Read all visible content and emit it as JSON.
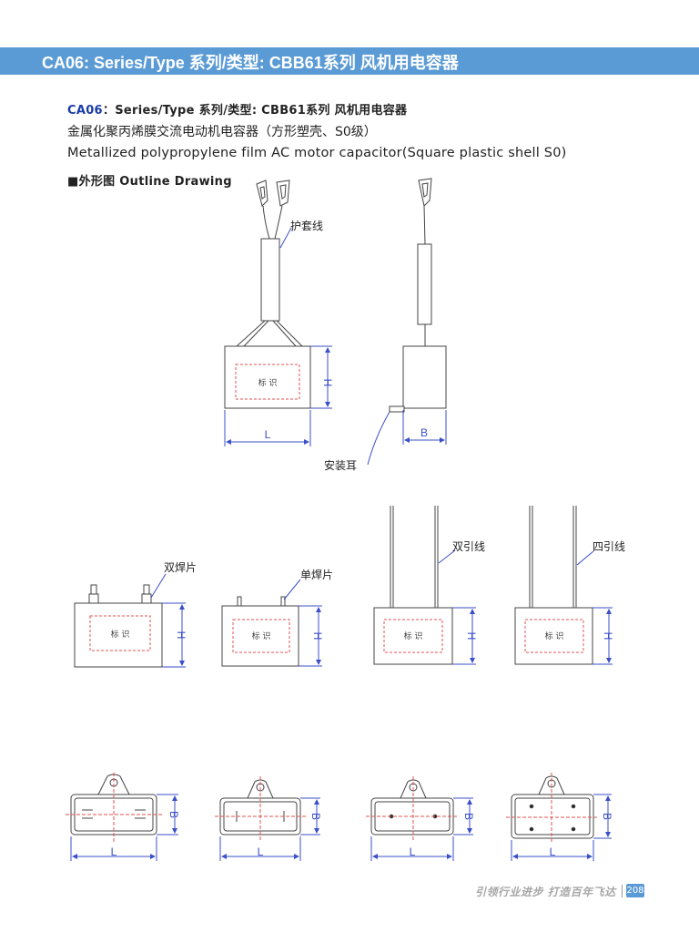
{
  "banner": {
    "title": "CA06: Series/Type 系列/类型: CBB61系列  风机用电容器"
  },
  "heading": {
    "code": "CA06",
    "rest": "：Series/Type 系列/类型: CBB61系列  风机用电容器"
  },
  "line_cn": "金属化聚丙烯膜交流电动机电容器（方形塑壳、S0级）",
  "line_en": "Metallized polypropylene film AC motor capacitor(Square plastic shell S0)",
  "outline_title": "■外形图  Outline Drawing",
  "drawing_labels": {
    "sleeve": "护套线",
    "mount_ear": "安装耳",
    "mark": "标  识",
    "dim_L": "L",
    "dim_H": "H",
    "dim_B": "B",
    "double_tab": "双焊片",
    "single_tab": "单焊片",
    "double_lead": "双引线",
    "four_lead": "四引线"
  },
  "footer": {
    "slogan": "引领行业进步  打造百年飞达",
    "page_number": "208"
  },
  "colors": {
    "banner": "#5b9bd5",
    "heading_code": "#1a3ca8",
    "dimension": "#3a4fc8",
    "mark_box": "#e05050"
  }
}
